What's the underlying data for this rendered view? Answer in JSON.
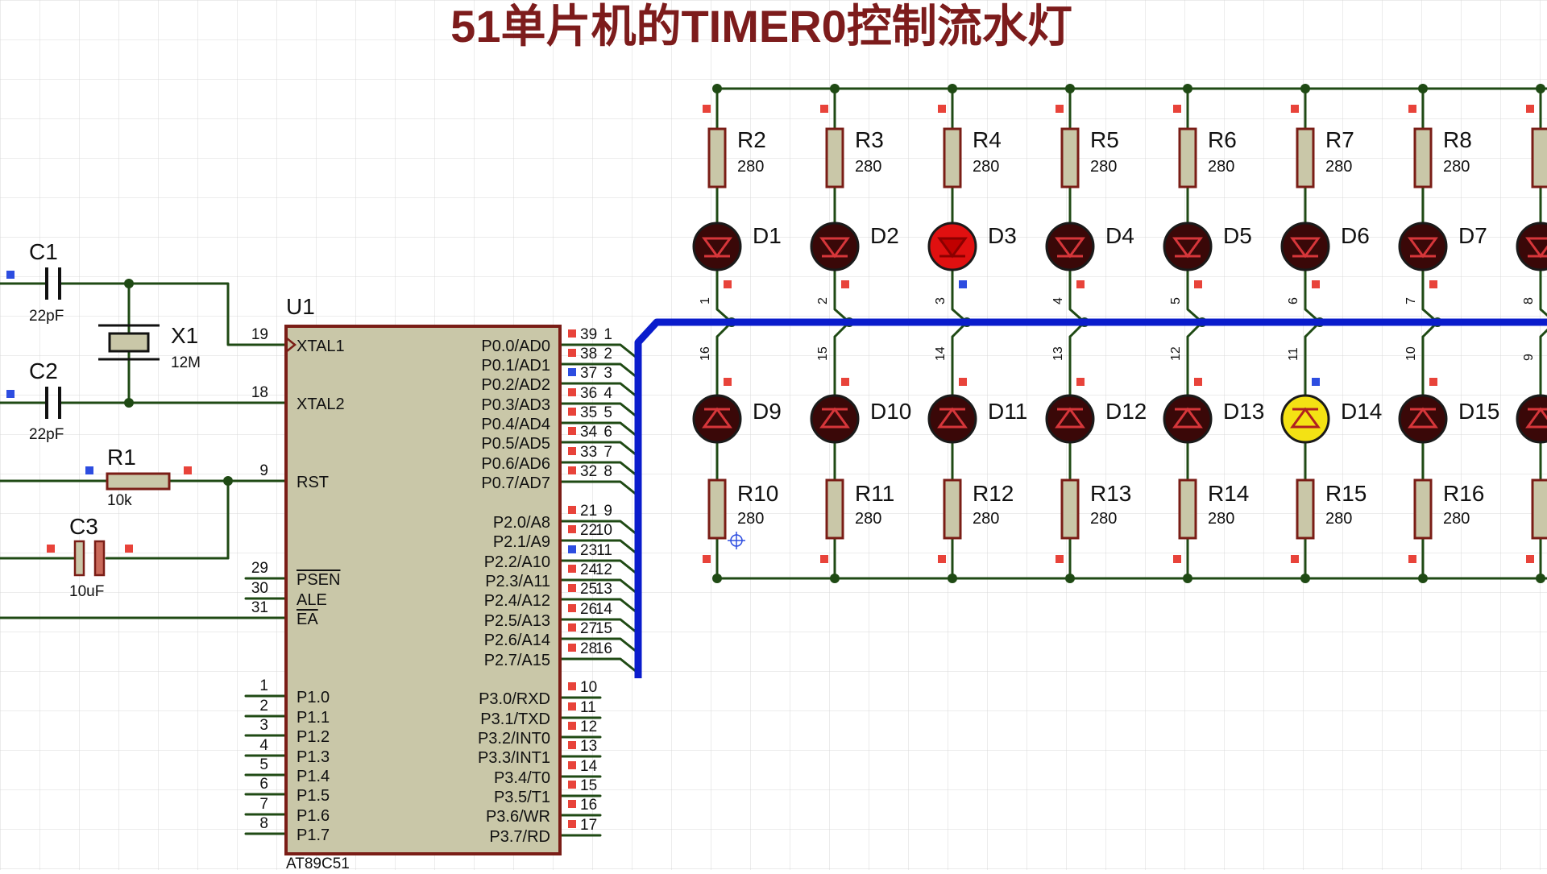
{
  "title": "51单片机的TIMER0控制流水灯",
  "colors": {
    "title": "#7d1c1c",
    "wire": "#1f4a14",
    "bus": "#0a1ccc",
    "body": "#c9c7a8",
    "outline": "#7a1d16",
    "pin_red": "#e8433a",
    "pin_blue": "#2d4de0",
    "led_off": "#3a0808",
    "led_on_red": "#e01010",
    "led_on_yellow": "#f4e214"
  },
  "icons": {
    "cursor": "crosshair-cursor-icon",
    "led": "led-diode-icon",
    "resistor": "resistor-icon",
    "crystal": "crystal-icon",
    "capacitor": "capacitor-icon"
  },
  "components": {
    "c1": {
      "ref": "C1",
      "value": "22pF"
    },
    "c2": {
      "ref": "C2",
      "value": "22pF"
    },
    "c3": {
      "ref": "C3",
      "value": "10uF"
    },
    "x1": {
      "ref": "X1",
      "value": "12M"
    },
    "r1": {
      "ref": "R1",
      "value": "10k"
    }
  },
  "mcu": {
    "ref": "U1",
    "part": "AT89C51",
    "left_pins": [
      {
        "num": "19",
        "name": "XTAL1"
      },
      {
        "num": "18",
        "name": "XTAL2"
      },
      {
        "num": "9",
        "name": "RST"
      },
      {
        "num": "29",
        "name": "PSEN"
      },
      {
        "num": "30",
        "name": "ALE"
      },
      {
        "num": "31",
        "name": "EA"
      },
      {
        "num": "1",
        "name": "P1.0"
      },
      {
        "num": "2",
        "name": "P1.1"
      },
      {
        "num": "3",
        "name": "P1.2"
      },
      {
        "num": "4",
        "name": "P1.3"
      },
      {
        "num": "5",
        "name": "P1.4"
      },
      {
        "num": "6",
        "name": "P1.5"
      },
      {
        "num": "7",
        "name": "P1.6"
      },
      {
        "num": "8",
        "name": "P1.7"
      }
    ],
    "right_pins": [
      {
        "num": "39",
        "name": "P0.0/AD0",
        "net": "1"
      },
      {
        "num": "38",
        "name": "P0.1/AD1",
        "net": "2"
      },
      {
        "num": "37",
        "name": "P0.2/AD2",
        "net": "3"
      },
      {
        "num": "36",
        "name": "P0.3/AD3",
        "net": "4"
      },
      {
        "num": "35",
        "name": "P0.4/AD4",
        "net": "5"
      },
      {
        "num": "34",
        "name": "P0.5/AD5",
        "net": "6"
      },
      {
        "num": "33",
        "name": "P0.6/AD6",
        "net": "7"
      },
      {
        "num": "32",
        "name": "P0.7/AD7",
        "net": "8"
      },
      {
        "num": "21",
        "name": "P2.0/A8",
        "net": "9"
      },
      {
        "num": "22",
        "name": "P2.1/A9",
        "net": "10"
      },
      {
        "num": "23",
        "name": "P2.2/A10",
        "net": "11"
      },
      {
        "num": "24",
        "name": "P2.3/A11",
        "net": "12"
      },
      {
        "num": "25",
        "name": "P2.4/A12",
        "net": "13"
      },
      {
        "num": "26",
        "name": "P2.5/A13",
        "net": "14"
      },
      {
        "num": "27",
        "name": "P2.6/A14",
        "net": "15"
      },
      {
        "num": "28",
        "name": "P2.7/A15",
        "net": "16"
      },
      {
        "num": "10",
        "name": "P3.0/RXD",
        "net": ""
      },
      {
        "num": "11",
        "name": "P3.1/TXD",
        "net": ""
      },
      {
        "num": "12",
        "name": "P3.2/INT0",
        "net": ""
      },
      {
        "num": "13",
        "name": "P3.3/INT1",
        "net": ""
      },
      {
        "num": "14",
        "name": "P3.4/T0",
        "net": ""
      },
      {
        "num": "15",
        "name": "P3.5/T1",
        "net": ""
      },
      {
        "num": "16",
        "name": "P3.6/WR",
        "net": ""
      },
      {
        "num": "17",
        "name": "P3.7/RD",
        "net": ""
      }
    ]
  },
  "top_row": [
    {
      "resistor": "R2",
      "value": "280",
      "led": "D1",
      "net": "1",
      "state": "off"
    },
    {
      "resistor": "R3",
      "value": "280",
      "led": "D2",
      "net": "2",
      "state": "off"
    },
    {
      "resistor": "R4",
      "value": "280",
      "led": "D3",
      "net": "3",
      "state": "on-red"
    },
    {
      "resistor": "R5",
      "value": "280",
      "led": "D4",
      "net": "4",
      "state": "off"
    },
    {
      "resistor": "R6",
      "value": "280",
      "led": "D5",
      "net": "5",
      "state": "off"
    },
    {
      "resistor": "R7",
      "value": "280",
      "led": "D6",
      "net": "6",
      "state": "off"
    },
    {
      "resistor": "R8",
      "value": "280",
      "led": "D7",
      "net": "7",
      "state": "off"
    },
    {
      "resistor": "",
      "value": "",
      "led": "",
      "net": "8",
      "state": "off"
    }
  ],
  "bottom_row": [
    {
      "resistor": "R10",
      "value": "280",
      "led": "D9",
      "net": "16",
      "state": "off"
    },
    {
      "resistor": "R11",
      "value": "280",
      "led": "D10",
      "net": "15",
      "state": "off"
    },
    {
      "resistor": "R12",
      "value": "280",
      "led": "D11",
      "net": "14",
      "state": "off"
    },
    {
      "resistor": "R13",
      "value": "280",
      "led": "D12",
      "net": "13",
      "state": "off"
    },
    {
      "resistor": "R14",
      "value": "280",
      "led": "D13",
      "net": "12",
      "state": "off"
    },
    {
      "resistor": "R15",
      "value": "280",
      "led": "D14",
      "net": "11",
      "state": "on-yellow"
    },
    {
      "resistor": "R16",
      "value": "280",
      "led": "D15",
      "net": "10",
      "state": "off"
    },
    {
      "resistor": "",
      "value": "",
      "led": "",
      "net": "9",
      "state": "off"
    }
  ]
}
